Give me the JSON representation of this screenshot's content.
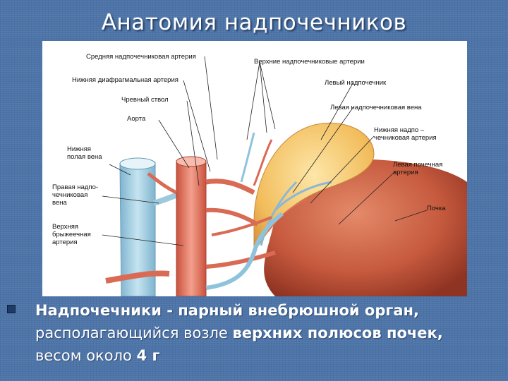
{
  "slide": {
    "title": "Анатомия надпочечников"
  },
  "figure": {
    "labels": {
      "middle_adrenal_artery": "Средняя надпочечниковая артерия",
      "superior_adrenal_arteries": "Верхние надпочечниковые артерии",
      "inferior_phrenic_artery": "Нижняя диафрагмальная артерия",
      "left_adrenal": "Левый надпочечник",
      "celiac_trunk": "Чревный ствол",
      "left_adrenal_vein": "Левая надпочечниковая вена",
      "aorta": "Аорта",
      "inferior_adrenal_artery": "Нижняя надпо –\nчечниковая артерия",
      "inferior_vena_cava": "Нижняя\nполая вена",
      "left_renal_artery": "Левая почечная\nартерия",
      "right_adrenal_vein": "Правая надпо-\nчечниковая\nвена",
      "kidney": "Почка",
      "superior_mesenteric_artery": "Верхняя\nбрыжеечная\nартерия"
    },
    "colors": {
      "artery": "#e8826e",
      "vein": "#a9d3e6",
      "adrenal": "#f4c36a",
      "kidney": "#c9583e"
    }
  },
  "body": {
    "bullet_icon": "square-bullet-icon",
    "t1": "Надпочечники",
    "t2": " - парный внебрюшной орган,",
    "t3": "располагающийся возле ",
    "t4": "верхних полюсов почек,",
    "t5": "весом около ",
    "t6": "4 г"
  }
}
